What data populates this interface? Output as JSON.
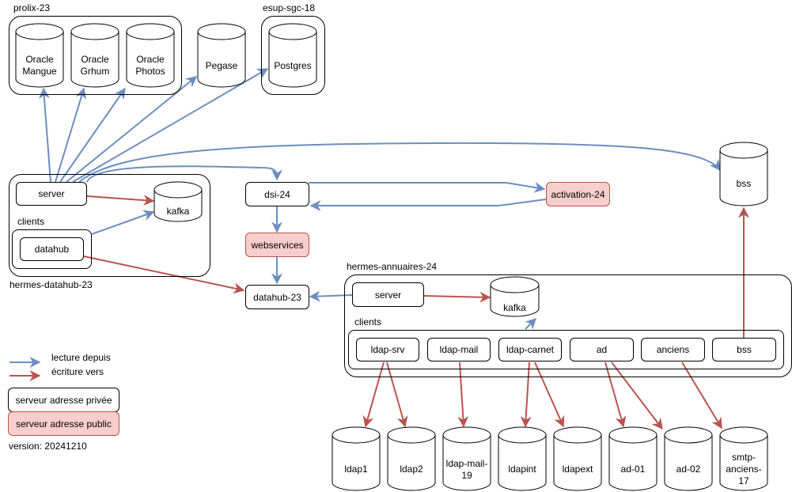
{
  "colors": {
    "read": "#6c8ebf",
    "write": "#b85450",
    "public_fill": "#f8cecc",
    "public_stroke": "#b85450"
  },
  "groups": {
    "prolix": "prolix-23",
    "esup": "esup-sgc-18",
    "datahub_host": "hermes-datahub-23",
    "annuaires_host": "hermes-annuaires-24"
  },
  "databases": {
    "oracle_mangue": [
      "Oracle",
      "Mangue"
    ],
    "oracle_grhum": [
      "Oracle",
      "Grhum"
    ],
    "oracle_photos": [
      "Oracle",
      "Photos"
    ],
    "pegase": "Pegase",
    "postgres": "Postgres",
    "bss": "bss",
    "kafka_datahub": "kafka",
    "kafka_annuaires": "kafka",
    "targets": [
      {
        "id": "ldap1",
        "lines": [
          "ldap1"
        ]
      },
      {
        "id": "ldap2",
        "lines": [
          "ldap2"
        ]
      },
      {
        "id": "ldap-mail-19",
        "lines": [
          "ldap-mail-",
          "19"
        ]
      },
      {
        "id": "ldapint",
        "lines": [
          "ldapint"
        ]
      },
      {
        "id": "ldapext",
        "lines": [
          "ldapext"
        ]
      },
      {
        "id": "ad-01",
        "lines": [
          "ad-01"
        ]
      },
      {
        "id": "ad-02",
        "lines": [
          "ad-02"
        ]
      },
      {
        "id": "smtp-anciens-17",
        "lines": [
          "smtp-",
          "anciens-",
          "17"
        ]
      }
    ]
  },
  "datahub_host": {
    "server": "server",
    "clients_label": "clients",
    "datahub": "datahub"
  },
  "services": {
    "dsi": "dsi-24",
    "activation": "activation-24",
    "webservices": "webservices",
    "datahub": "datahub-23"
  },
  "annuaires_host": {
    "server": "server",
    "clients_label": "clients",
    "clients": [
      "ldap-srv",
      "ldap-mail",
      "ldap-carnet",
      "ad",
      "anciens",
      "bss"
    ]
  },
  "legend": {
    "read": "lecture depuis",
    "write": "écriture vers",
    "private": "serveur adresse privée",
    "public": "serveur adresse public",
    "version": "version: 20241210"
  }
}
